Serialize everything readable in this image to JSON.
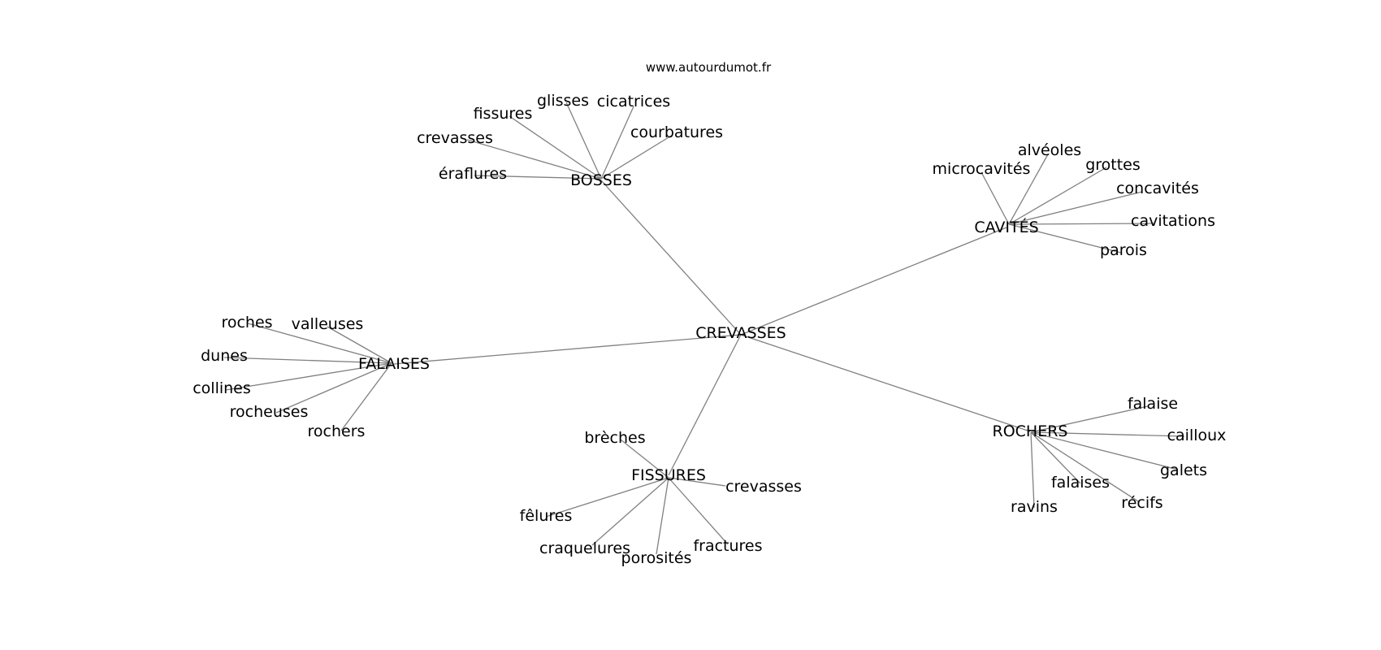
{
  "site": "www.autourdumot.fr",
  "center": "CREVASSES",
  "groups": [
    {
      "label": "BOSSES",
      "words": [
        "glisses",
        "cicatrices",
        "fissures",
        "courbatures",
        "crevasses",
        "éraflures"
      ]
    },
    {
      "label": "CAVITÉS",
      "words": [
        "alvéoles",
        "grottes",
        "microcavités",
        "concavités",
        "cavitations",
        "parois"
      ]
    },
    {
      "label": "FALAISES",
      "words": [
        "roches",
        "valleuses",
        "dunes",
        "collines",
        "rocheuses",
        "rochers"
      ]
    },
    {
      "label": "FISSURES",
      "words": [
        "brèches",
        "crevasses",
        "fêlures",
        "craquelures",
        "porosités",
        "fractures"
      ]
    },
    {
      "label": "ROCHERS",
      "words": [
        "falaise",
        "cailloux",
        "galets",
        "falaises",
        "récifs",
        "ravins"
      ]
    }
  ]
}
